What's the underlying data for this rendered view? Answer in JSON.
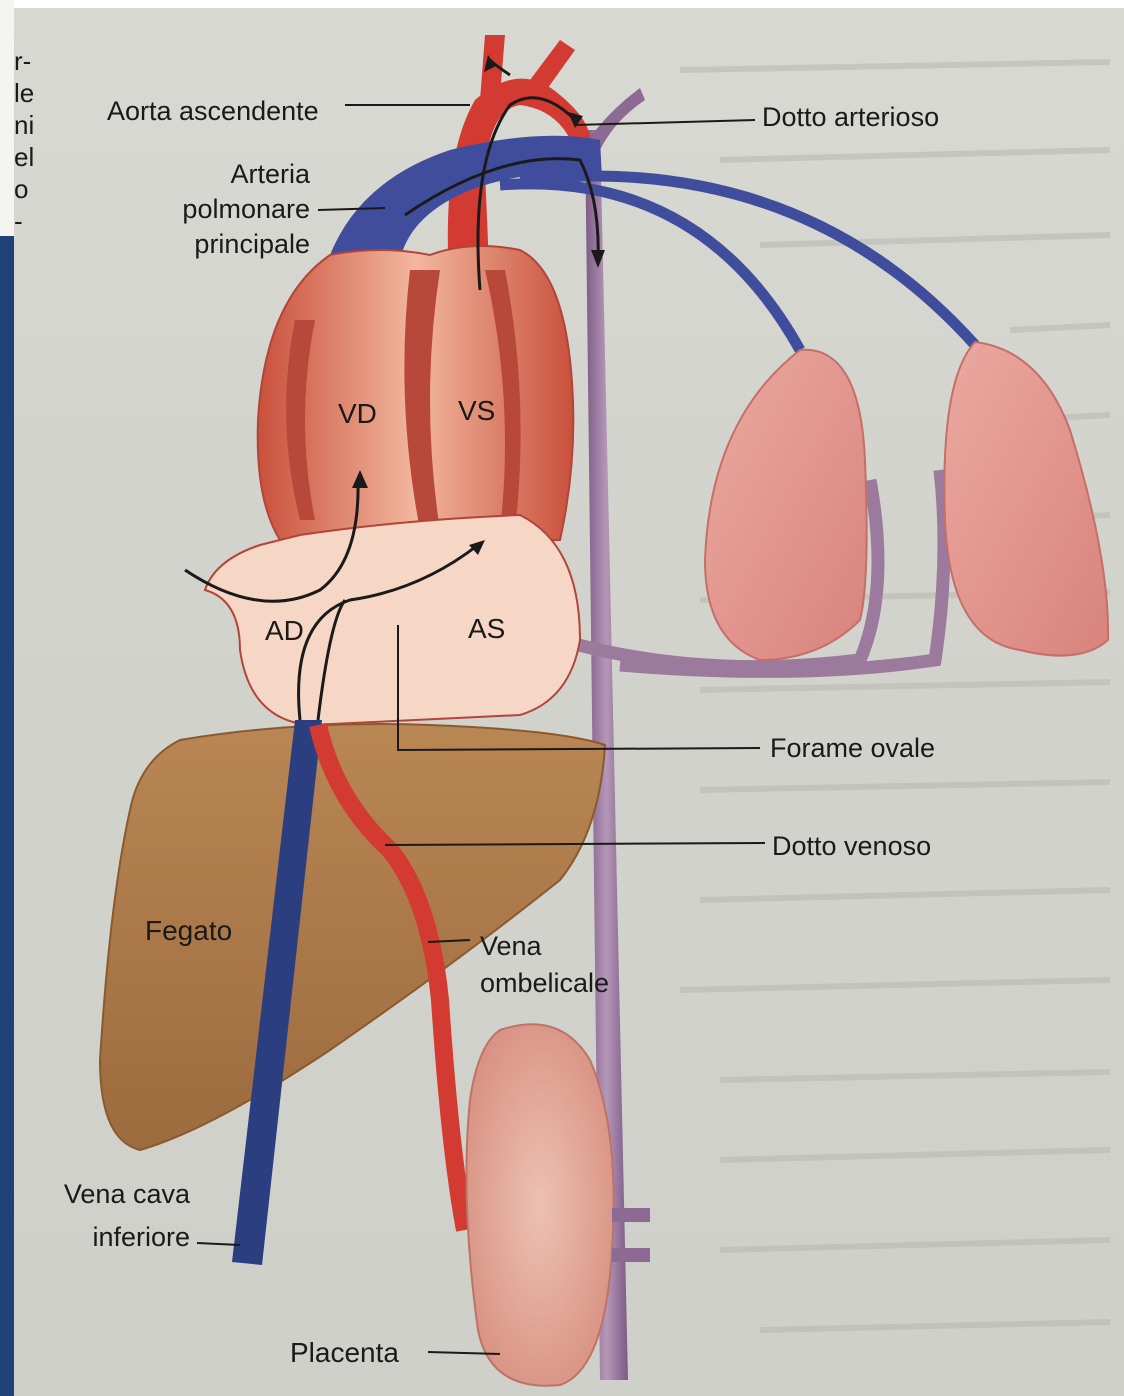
{
  "diagram": {
    "labels": {
      "aorta_ascendente": "Aorta ascendente",
      "dotto_arterioso": "Dotto arterioso",
      "arteria_line1": "Arteria",
      "arteria_line2": "polmonare",
      "arteria_line3": "principale",
      "vd": "VD",
      "vs": "VS",
      "ad": "AD",
      "as": "AS",
      "forame_ovale": "Forame ovale",
      "dotto_venoso": "Dotto venoso",
      "fegato": "Fegato",
      "vena_ombelicale_line1": "Vena",
      "vena_ombelicale_line2": "ombelicale",
      "vena_cava_line1": "Vena cava",
      "vena_cava_line2": "inferiore",
      "placenta": "Placenta"
    },
    "margin_fragments": [
      "r-",
      "le",
      "ni",
      "el",
      "o",
      "-"
    ],
    "colors": {
      "heart": "#d9614a",
      "heart_light": "#f3c6b0",
      "atria": "#f6d7c6",
      "artery_red": "#d33b32",
      "pulmonary_blue": "#3f4d9c",
      "aorta_purple": "#8c6a93",
      "vena_cava_blue": "#2b3f80",
      "liver": "#b07b4a",
      "lung": "#e69a94",
      "placenta": "#e0a89a"
    }
  }
}
